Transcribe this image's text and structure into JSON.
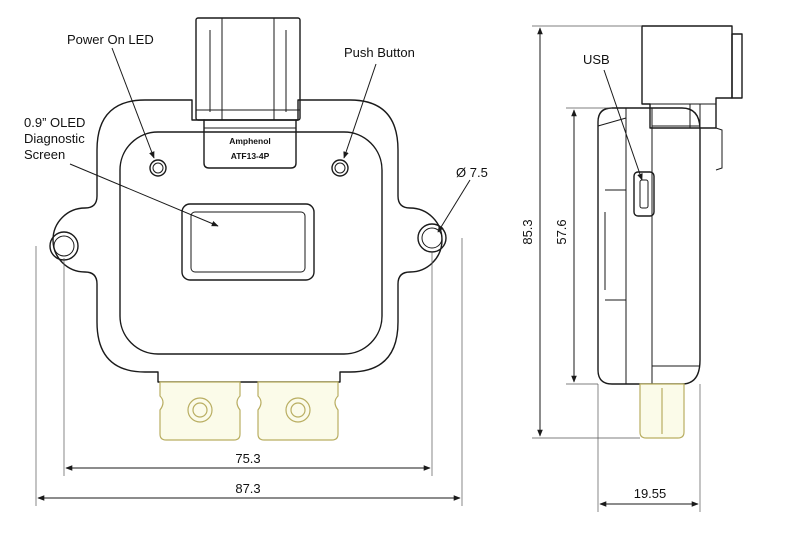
{
  "callouts": {
    "power_led": "Power On LED",
    "push_button": "Push Button",
    "oled_line1": "0.9” OLED",
    "oled_line2": "Diagnostic",
    "oled_line3": "Screen",
    "hole_diameter": "Ø 7.5",
    "usb": "USB"
  },
  "connector": {
    "brand": "Amphenol",
    "model": "ATF13-4P"
  },
  "dimensions": {
    "hole_spacing": "75.3",
    "overall_width": "87.3",
    "overall_height": "85.3",
    "body_height": "57.6",
    "depth": "19.55"
  },
  "colors": {
    "line": "#1a1a1a",
    "terminal_fill": "#fbfbe9",
    "terminal_stroke": "#b9ae62"
  }
}
